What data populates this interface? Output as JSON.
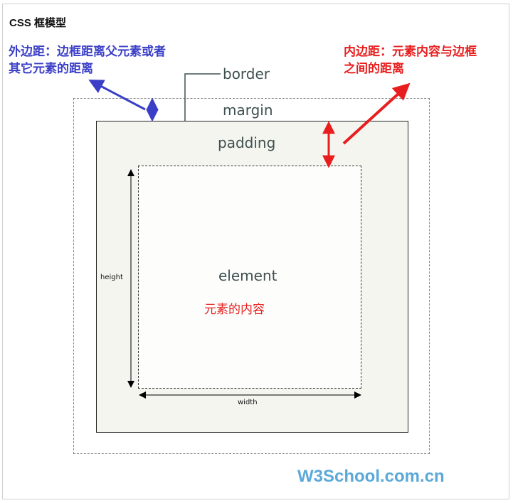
{
  "title": "CSS 框模型",
  "notes": {
    "margin_line1": "外边距：边框距离父元素或者",
    "margin_line2": "其它元素的距离",
    "padding_line1": "内边距：元素内容与边框",
    "padding_line2": "之间的距离"
  },
  "labels": {
    "border": "border",
    "margin": "margin",
    "padding": "padding",
    "element": "element",
    "element_cn": "元素的内容",
    "height": "height",
    "width": "width"
  },
  "watermark": "W3School.com.cn",
  "colors": {
    "blue_note": "#3b3fc7",
    "red_note": "#e81e1e",
    "label_gray": "#3f5050",
    "watermark": "#5aa9d8",
    "border_box_bg": "#f5f5ef"
  }
}
